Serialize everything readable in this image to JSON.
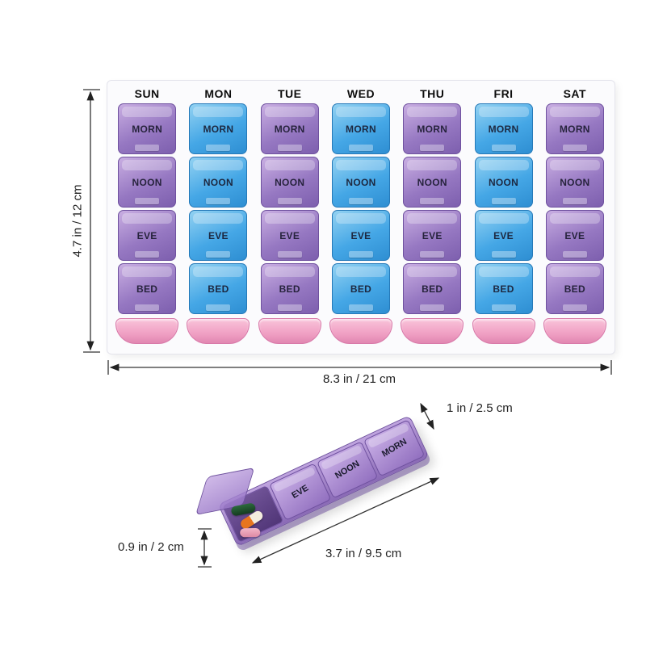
{
  "product": {
    "days": [
      {
        "label": "SUN",
        "color": "purple"
      },
      {
        "label": "MON",
        "color": "blue"
      },
      {
        "label": "TUE",
        "color": "purple"
      },
      {
        "label": "WED",
        "color": "blue"
      },
      {
        "label": "THU",
        "color": "purple"
      },
      {
        "label": "FRI",
        "color": "blue"
      },
      {
        "label": "SAT",
        "color": "purple"
      }
    ],
    "slots": [
      "MORN",
      "NOON",
      "EVE",
      "BED"
    ]
  },
  "single_strip": {
    "visible_slots": [
      "EVE",
      "NOON",
      "MORN"
    ]
  },
  "dimensions": {
    "organizer_height": "4.7 in / 12 cm",
    "organizer_width": "8.3 in / 21 cm",
    "strip_width": "1 in / 2.5 cm",
    "strip_depth": "0.9 in / 2 cm",
    "strip_length": "3.7 in / 9.5 cm"
  },
  "colors": {
    "purple": "#9678c2",
    "purple_light": "#c9aee2",
    "purple_dark": "#6f519f",
    "blue": "#45a7e6",
    "blue_light": "#93d2f2",
    "blue_dark": "#2579b8",
    "pink": "#f0a0c4",
    "pink_light": "#f9c4da",
    "pink_dark": "#d878a8"
  }
}
